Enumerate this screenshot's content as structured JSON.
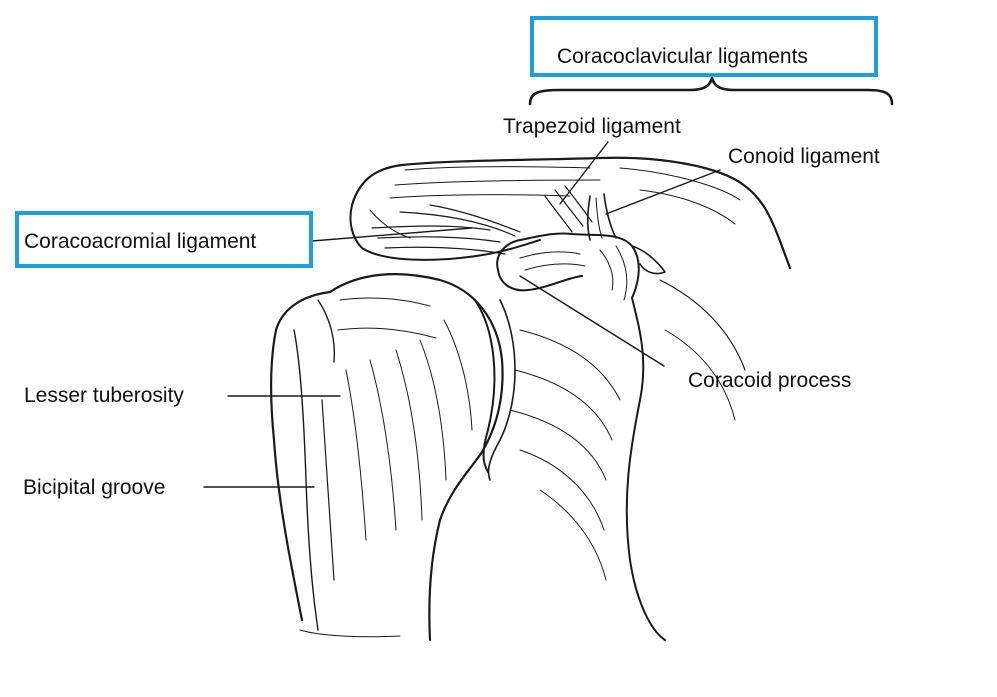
{
  "diagram": {
    "accent_color": "#1e9fda",
    "group_label": "Coracoclavicular ligaments",
    "labels": {
      "trapezoid": "Trapezoid ligament",
      "conoid": "Conoid ligament",
      "coracoacromial": "Coracoacromial ligament",
      "lesser_tuberosity": "Lesser tuberosity",
      "bicipital_groove": "Bicipital groove",
      "coracoid_process": "Coracoid process"
    }
  }
}
